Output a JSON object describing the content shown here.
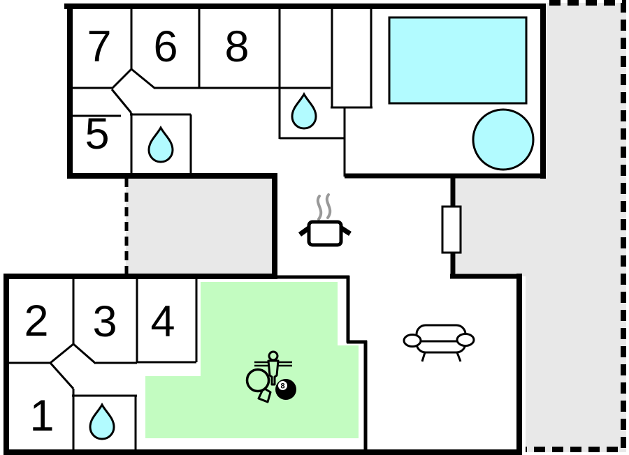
{
  "plan": {
    "type": "floor-plan",
    "rooms": [
      {
        "label": "7"
      },
      {
        "label": "6"
      },
      {
        "label": "8"
      },
      {
        "label": "5"
      },
      {
        "label": "2"
      },
      {
        "label": "3"
      },
      {
        "label": "4"
      },
      {
        "label": "1"
      }
    ],
    "billiard_ball": {
      "label": "8"
    },
    "icons": [
      "water-drop-icon",
      "cooking-pot-icon",
      "steam-icon",
      "sofa-icon",
      "foosball-player-icon",
      "table-tennis-paddle-icon",
      "billiard-8-ball-icon",
      "pool-icon",
      "hot-tub-icon",
      "window-icon"
    ]
  },
  "colors": {
    "background": "#ffffff",
    "wall": "#000000",
    "water": "#b2fbff",
    "activity": "#c3fcc1",
    "terrace": "#e8e8e8",
    "steam": "#999999"
  }
}
